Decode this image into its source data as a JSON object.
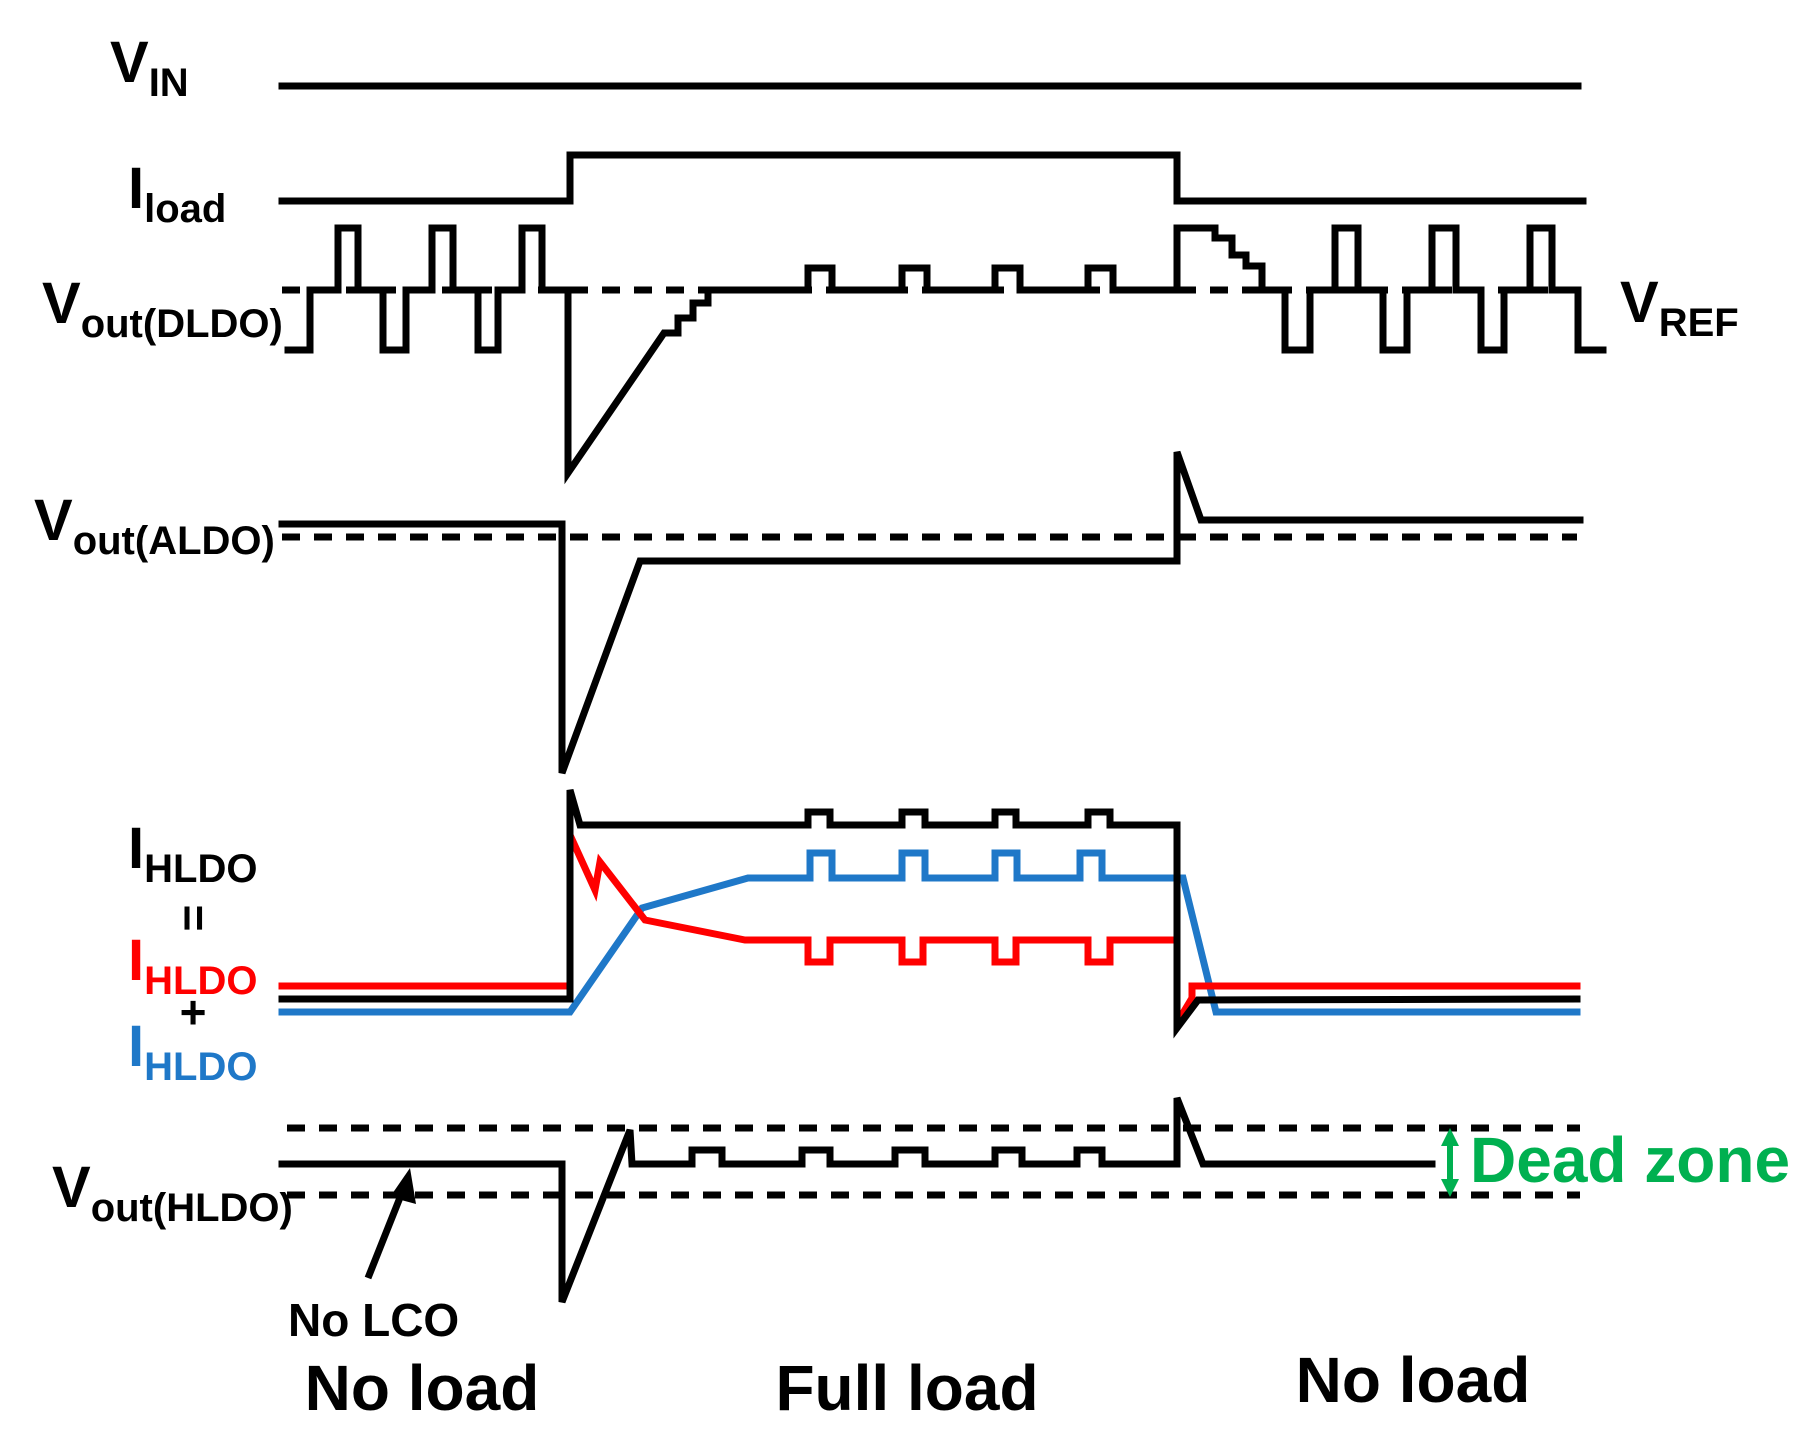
{
  "labels": {
    "vin": {
      "main": "V",
      "sub": "IN"
    },
    "iload": {
      "main": "I",
      "sub": "load"
    },
    "vout_dldo": {
      "main": "V",
      "sub": "out(DLDO)"
    },
    "vref": {
      "main": "V",
      "sub": "REF"
    },
    "vout_aldo": {
      "main": "V",
      "sub": "out(ALDO)"
    },
    "ihldo_total": {
      "main": "I",
      "sub": "HLDO"
    },
    "equals": "=",
    "ihldo_digital": {
      "main": "I",
      "sub": "HLDO"
    },
    "plus": "+",
    "ihldo_analog": {
      "main": "I",
      "sub": "HLDO"
    },
    "vout_hldo": {
      "main": "V",
      "sub": "out(HLDO)"
    },
    "dead_zone": "Dead zone",
    "no_lco": "No LCO"
  },
  "phases": [
    "No load",
    "Full load",
    "No load"
  ],
  "colors": {
    "black": "#000000",
    "red": "#ff0000",
    "blue": "#1f78c8",
    "green": "#00b050"
  }
}
